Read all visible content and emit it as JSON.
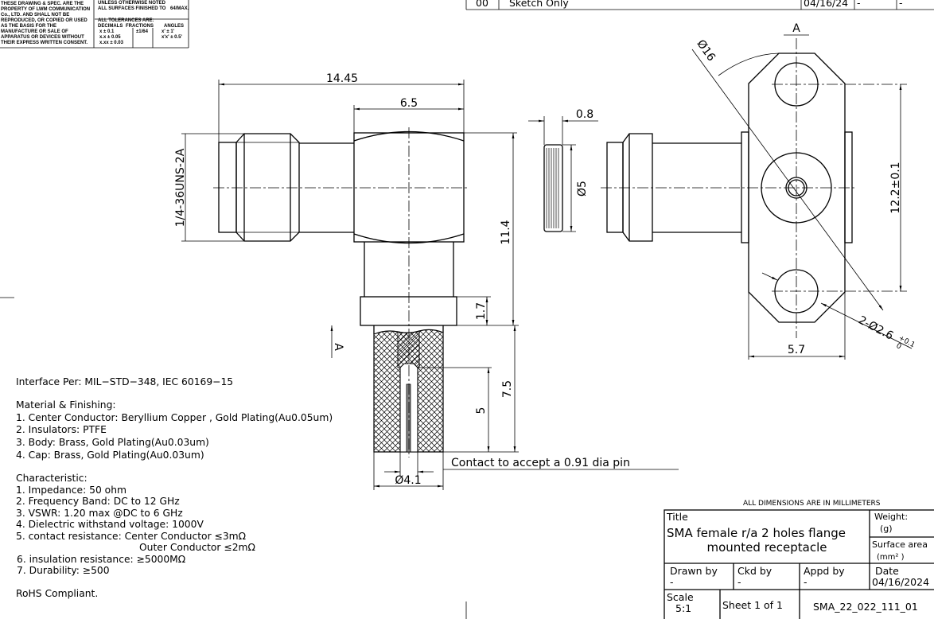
{
  "notice_box": {
    "lines": [
      "THESE DRAWING & SPEC. ARE THE",
      "PROPERTY OF LWM COMMUNICATION",
      "Co., LTD. AND SHALL NOT BE",
      "REPRODUCED, OR COPIED OR USED",
      "AS THE BASIS FOR THE",
      "MANUFACTURE OR SALE OF",
      "APPARATUS OR DEVICES WITHOUT",
      "THEIR EXPRESS WRITTEN CONSENT."
    ]
  },
  "tolerance_box": {
    "line1": "UNLESS OTHERWISE NOTED",
    "line2": "ALL SURFACES FINISHED TO",
    "finish": "64/MAX.",
    "line3": "ALL TOLERANCES ARE:",
    "decimals": "DECIMALS",
    "fractions": "FRACTIONS",
    "angles": "ANGLES",
    "dec1": "x ± 0.1",
    "dec2": "x.x ± 0.05",
    "dec3": "x.xx ± 0.03",
    "frac": "±1/64",
    "ang1": "x' ± 1'",
    "ang2": "x'x' ± 0.5'"
  },
  "revision_row": {
    "rev": "00",
    "description": "Sketch Only",
    "date": "04/16/24",
    "col4": "-",
    "col5": "-"
  },
  "dimensions": {
    "overall_length": "14.45",
    "body_width": "6.5",
    "thread": "1/4-36UNS-2A",
    "height": "11.4",
    "flange_thk": "1.7",
    "pin_depth_total": "7.5",
    "pin_depth": "5",
    "pin_dia": "Ø4.1",
    "cap_thk": "0.8",
    "cap_dia": "Ø5",
    "flange_dia": "Ø16",
    "hole_spacing": "12.2±0.1",
    "flange_width": "5.7",
    "holes": "2-Ø2.6",
    "holes_tol_upper": "+0.1",
    "holes_tol_lower": "0",
    "section_label": "A",
    "contact_note": "Contact to accept a 0.91 dia pin"
  },
  "notes": {
    "interface": "Interface Per: MIL−STD−348, IEC 60169−15",
    "material_title": "Material & Finishing:",
    "materials": [
      "1. Center Conductor: Beryllium Copper , Gold Plating(Au0.05um)",
      "2. Insulators: PTFE",
      "3. Body: Brass, Gold Plating(Au0.03um)",
      "4. Cap: Brass, Gold Plating(Au0.03um)"
    ],
    "char_title": "Characteristic:",
    "characteristics": [
      "1. Impedance: 50 ohm",
      "2. Frequency Band: DC to 12 GHz",
      "3. VSWR: 1.20 max   @DC to 6 GHz",
      "4. Dielectric withstand voltage: 1000V",
      "5. contact resistance:  Center Conductor ≤3mΩ",
      "Outer Conductor ≤2mΩ",
      "6. insulation resistance:  ≥5000MΩ",
      "7. Durability: ≥500"
    ],
    "rohs": "RoHS Compliant."
  },
  "title_block": {
    "units_note": "ALL DIMENSIONS ARE IN MILLIMETERS",
    "title_label": "Title",
    "title_line1": "SMA female r/a 2 holes flange",
    "title_line2": "mounted receptacle",
    "weight_label": "Weight:",
    "weight_unit": "(g)",
    "surface_label": "Surface area",
    "surface_unit": "(mm² )",
    "drawn_label": "Drawn by",
    "drawn_value": "-",
    "ckd_label": "Ckd by",
    "ckd_value": "-",
    "appd_label": "Appd by",
    "appd_value": "-",
    "date_label": "Date",
    "date_value": "04/16/2024",
    "scale_label": "Scale",
    "scale_value": "5:1",
    "sheet": "Sheet 1 of 1",
    "drawing_no": "SMA_22_022_111_01"
  }
}
